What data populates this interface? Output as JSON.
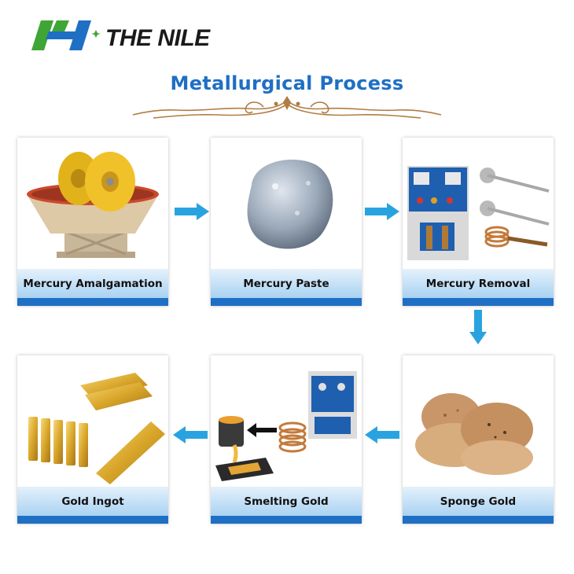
{
  "brand": {
    "name": "THE NILE",
    "colors": {
      "blue": "#1f6fc4",
      "green": "#3fa535",
      "gold": "#b07d43"
    }
  },
  "title": "Metallurgical Process",
  "steps": [
    {
      "label": "Mercury Amalgamation",
      "image": "wet-pan-mill"
    },
    {
      "label": "Mercury Paste",
      "image": "mercury-paste-ball"
    },
    {
      "label": "Mercury Removal",
      "image": "induction-heater-and-retort"
    },
    {
      "label": "Sponge Gold",
      "image": "sponge-gold-cakes"
    },
    {
      "label": "Smelting Gold",
      "image": "smelting-furnace-and-crucible"
    },
    {
      "label": "Gold Ingot",
      "image": "gold-bars"
    }
  ],
  "arrows": [
    "arrow-right",
    "arrow-right",
    "arrow-down",
    "arrow-left",
    "arrow-left"
  ]
}
